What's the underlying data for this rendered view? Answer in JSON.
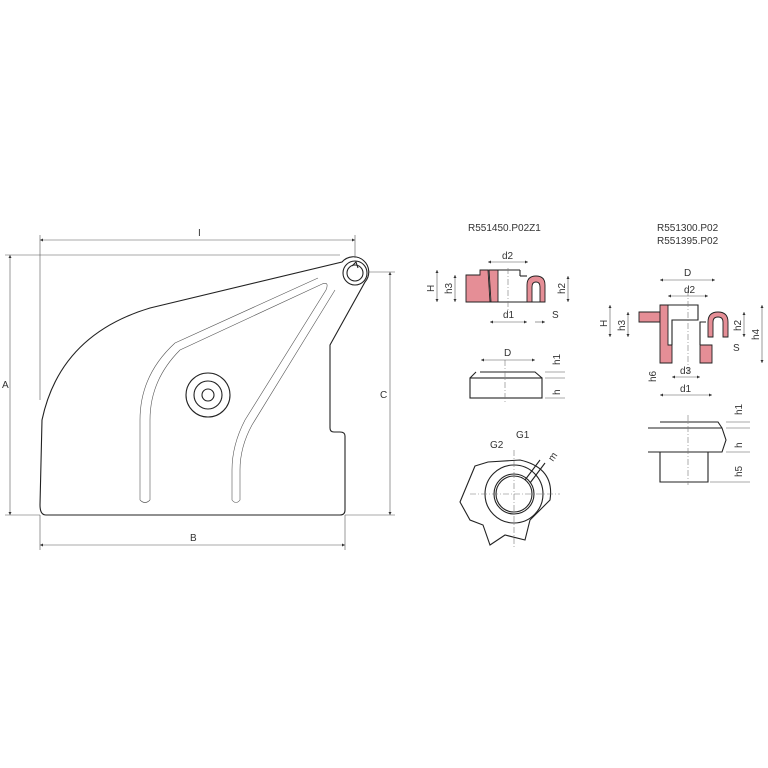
{
  "main_part": {
    "dims": {
      "I": "I",
      "A": "A",
      "B": "B",
      "C": "C"
    }
  },
  "detail_1": {
    "title": "R551450.P02Z1",
    "section_labels": {
      "H": "H",
      "h3": "h3",
      "h2": "h2",
      "d1": "d1",
      "d2": "d2",
      "S": "S"
    },
    "side_labels": {
      "D": "D",
      "h1": "h1",
      "h": "h"
    },
    "top_labels": {
      "G1": "G1",
      "G2": "G2",
      "m": "m"
    }
  },
  "detail_2": {
    "title_1": "R551300.P02",
    "title_2": "R551395.P02",
    "section_labels": {
      "D": "D",
      "d2": "d2",
      "H": "H",
      "h3": "h3",
      "h2": "h2",
      "h4": "h4",
      "S": "S",
      "h6": "h6",
      "d3": "d3",
      "d1": "d1"
    },
    "side_labels": {
      "h1": "h1",
      "h": "h",
      "h5": "h5"
    }
  },
  "colors": {
    "section_fill": "#e58e96",
    "line": "#222222"
  }
}
